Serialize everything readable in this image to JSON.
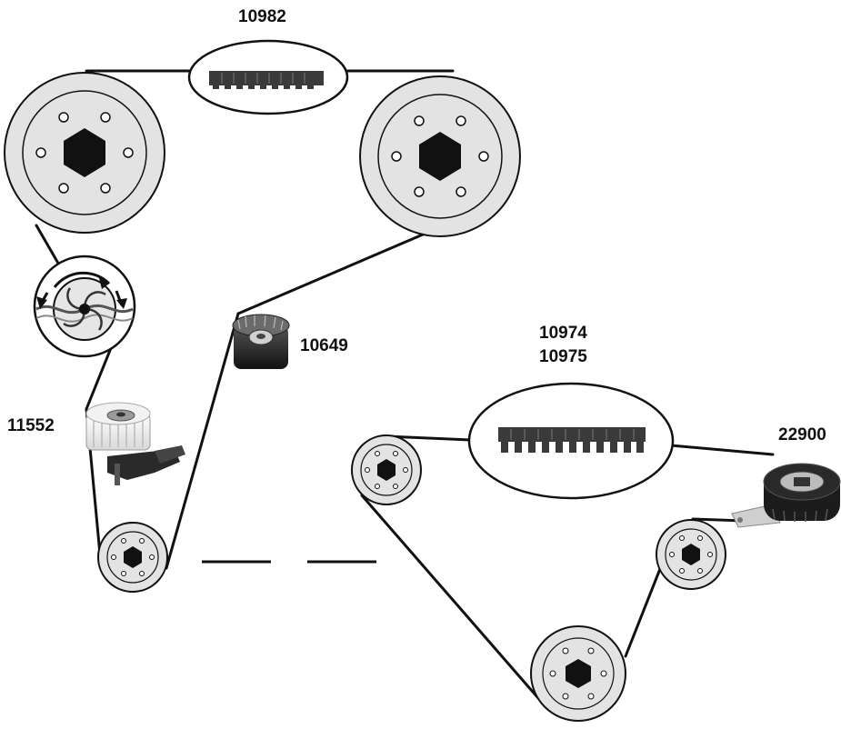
{
  "labels": {
    "belt_top": "10982",
    "idler_roller": "10649",
    "tensioner_left": "11552",
    "belt_right_a": "10974",
    "belt_right_b": "10975",
    "tensioner_right": "22900"
  },
  "colors": {
    "pulley_fill": "#e3e3e3",
    "belt_line": "#111111",
    "hex": "#111111",
    "tooth": "#333333"
  },
  "icons": {
    "water_pump": "water-pump-icon",
    "tensioner_left": "tensioner-pulley-icon",
    "idler": "idler-roller-icon",
    "tensioner_right": "tensioner-pulley-icon"
  }
}
